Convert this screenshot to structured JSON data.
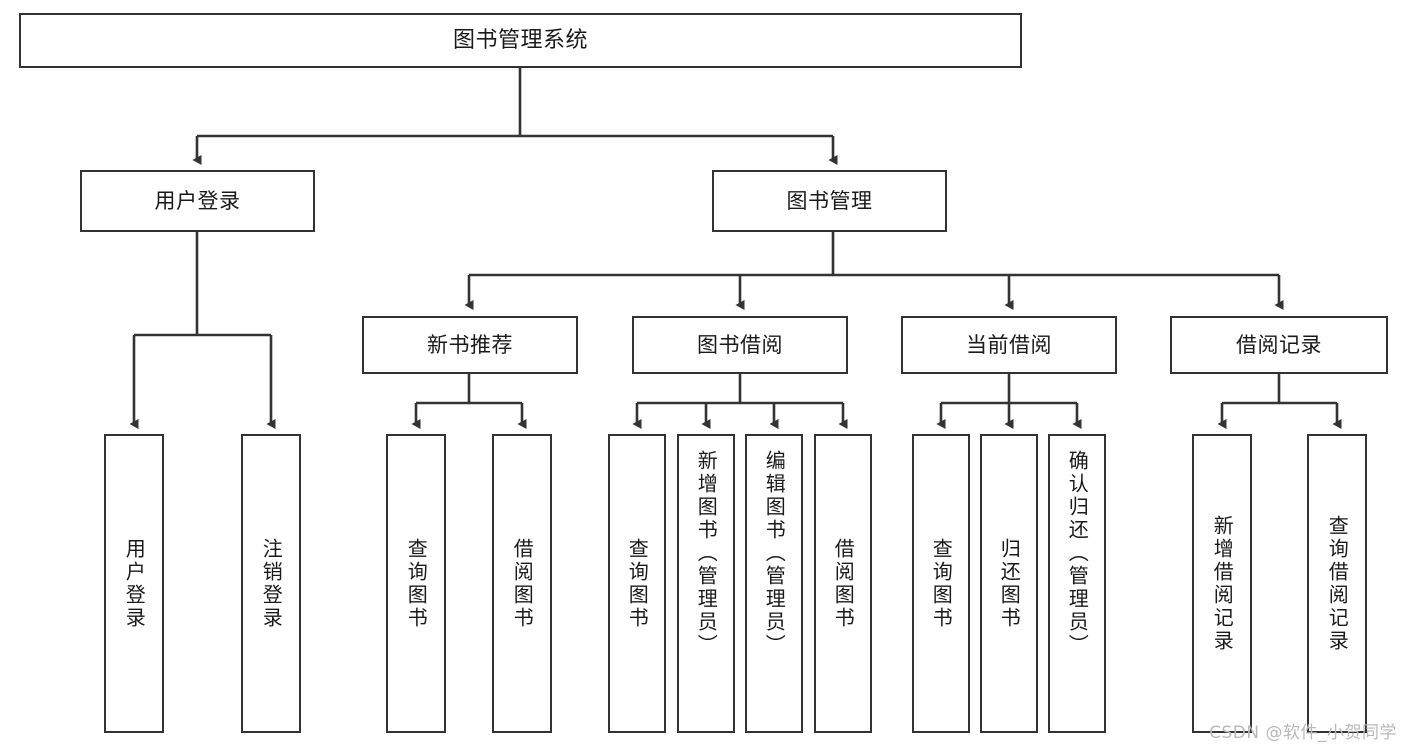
{
  "diagram": {
    "title": "图书管理系统",
    "type": "tree-hierarchy",
    "watermark": "CSDN @软件_小贺同学",
    "colors": {
      "border": "#333333",
      "fill": "#ffffff",
      "line": "#333333",
      "text": "#1a1a1a",
      "watermark": "#b9b9b9"
    },
    "nodes": {
      "root": {
        "label": "图书管理系统",
        "level": 1
      },
      "l2": [
        {
          "id": "user-login",
          "label": "用户登录",
          "level": 2
        },
        {
          "id": "book-management",
          "label": "图书管理",
          "level": 2
        }
      ],
      "l3": [
        {
          "id": "new-book-recommend",
          "label": "新书推荐",
          "level": 3
        },
        {
          "id": "book-borrow",
          "label": "图书借阅",
          "level": 3
        },
        {
          "id": "current-borrow",
          "label": "当前借阅",
          "level": 3
        },
        {
          "id": "borrow-record",
          "label": "借阅记录",
          "level": 3
        }
      ],
      "leaves": {
        "user_login": [
          {
            "id": "leaf-user-login",
            "label": "用户登录"
          },
          {
            "id": "leaf-user-logout",
            "label": "注销登录"
          }
        ],
        "new_book_recommend": [
          {
            "id": "leaf-query-book-1",
            "label": "查询图书"
          },
          {
            "id": "leaf-borrow-book-1",
            "label": "借阅图书"
          }
        ],
        "book_borrow": [
          {
            "id": "leaf-query-book-2",
            "label": "查询图书"
          },
          {
            "id": "leaf-add-book",
            "label": "新增图书（管理员）"
          },
          {
            "id": "leaf-edit-book",
            "label": "编辑图书（管理员）"
          },
          {
            "id": "leaf-borrow-book-2",
            "label": "借阅图书"
          }
        ],
        "current_borrow": [
          {
            "id": "leaf-query-book-3",
            "label": "查询图书"
          },
          {
            "id": "leaf-return-book",
            "label": "归还图书"
          },
          {
            "id": "leaf-confirm-return",
            "label": "确认归还（管理员）"
          }
        ],
        "borrow_record": [
          {
            "id": "leaf-add-record",
            "label": "新增借阅记录"
          },
          {
            "id": "leaf-query-record",
            "label": "查询借阅记录"
          }
        ]
      }
    }
  }
}
